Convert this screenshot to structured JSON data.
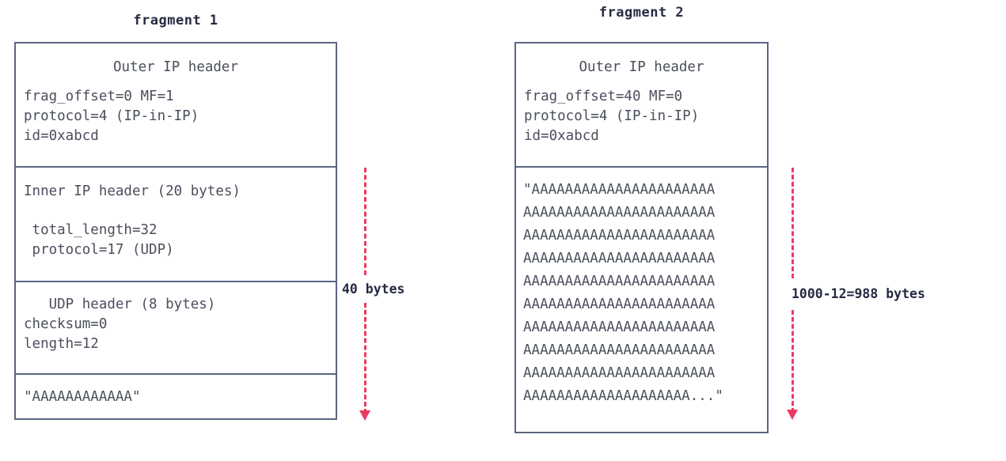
{
  "fragment1": {
    "title": "fragment 1",
    "sections": [
      {
        "name": "outer-ip-header",
        "heading": "Outer IP header",
        "lines": [
          "frag_offset=0 MF=1",
          "protocol=4 (IP-in-IP)",
          "id=0xabcd"
        ]
      },
      {
        "name": "inner-ip-header",
        "heading": "Inner IP header (20 bytes)",
        "lines": [
          " total_length=32",
          " protocol=17 (UDP)"
        ]
      },
      {
        "name": "udp-header",
        "heading": "   UDP header (8 bytes)",
        "lines": [
          "checksum=0",
          "length=12"
        ]
      },
      {
        "name": "payload",
        "heading": "",
        "lines": [
          "\"AAAAAAAAAAAA\""
        ]
      }
    ]
  },
  "fragment2": {
    "title": "fragment 2",
    "sections": [
      {
        "name": "outer-ip-header",
        "heading": "Outer IP header",
        "lines": [
          "frag_offset=40 MF=0",
          "protocol=4 (IP-in-IP)",
          "id=0xabcd"
        ]
      },
      {
        "name": "payload",
        "heading": "",
        "lines": [
          "\"AAAAAAAAAAAAAAAAAAAAAA",
          "AAAAAAAAAAAAAAAAAAAAAAA",
          "AAAAAAAAAAAAAAAAAAAAAAA",
          "AAAAAAAAAAAAAAAAAAAAAAA",
          "AAAAAAAAAAAAAAAAAAAAAAA",
          "AAAAAAAAAAAAAAAAAAAAAAA",
          "AAAAAAAAAAAAAAAAAAAAAAA",
          "AAAAAAAAAAAAAAAAAAAAAAA",
          "AAAAAAAAAAAAAAAAAAAAAAA",
          "AAAAAAAAAAAAAAAAAAAA...\""
        ]
      }
    ]
  },
  "annotations": [
    {
      "name": "fragment1-size",
      "label": "40 bytes"
    },
    {
      "name": "fragment2-size",
      "label": "1000-12=988 bytes"
    }
  ],
  "colors": {
    "box_border": "#5a6580",
    "text": "#4a4f5c",
    "title": "#252b42",
    "arrow": "#ec3a63",
    "background": "#ffffff"
  }
}
